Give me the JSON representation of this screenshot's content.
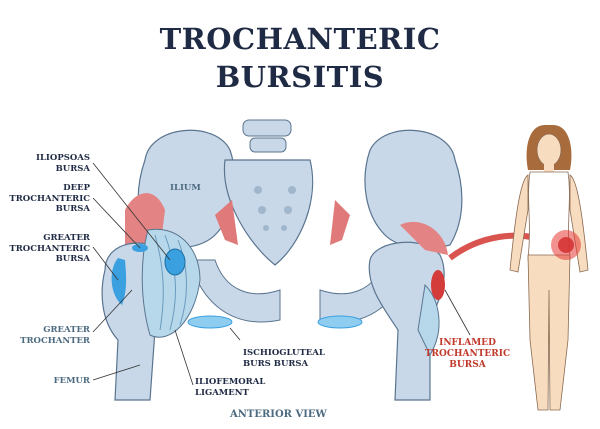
{
  "title": {
    "line1": "TROCHANTERIC",
    "line2": "BURSITIS"
  },
  "labels": {
    "iliopsoas_bursa": [
      "ILIOPSOAS",
      "BURSA"
    ],
    "deep_trochanteric_bursa": [
      "DEEP",
      "TROCHANTERIC",
      "BURSA"
    ],
    "greater_trochanteric_bursa": [
      "GREATER",
      "TROCHANTERIC",
      "BURSA"
    ],
    "greater_trochanter": [
      "GREATER",
      "TROCHANTER"
    ],
    "femur": "FEMUR",
    "ilium": "ILIUM",
    "ischiogluteal_bursa": [
      "ISCHIOGLUTEAL",
      "BURS BURSA"
    ],
    "iliofemoral_ligament": [
      "ILIOFEMORAL",
      "LIGAMENT"
    ],
    "inflamed_bursa": [
      "INFLAMED",
      "TROCHANTERIC",
      "BURSA"
    ],
    "view": "ANTERIOR VIEW"
  },
  "colors": {
    "title": "#1f2a44",
    "bone": "#c9d8e8",
    "bursa": "#3aa0e0",
    "muscle": "#e07a7a",
    "inflamed": "#c0392b",
    "skin": "#f7dcc0",
    "teal_label": "#4d6b80"
  }
}
